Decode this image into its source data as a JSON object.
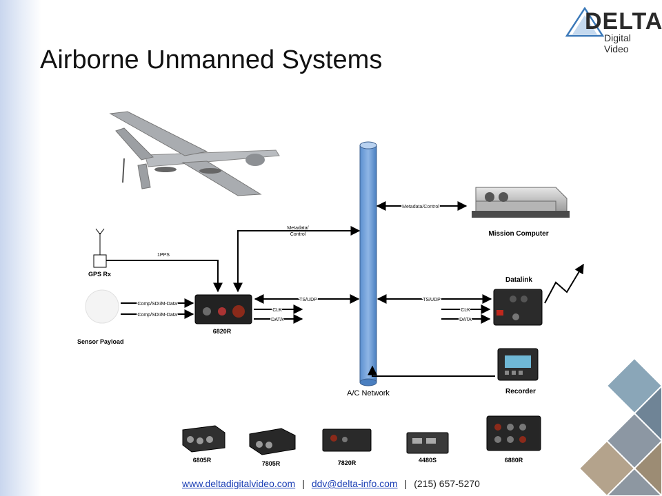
{
  "logo": {
    "word": "DELTA",
    "sub": "Digital Video"
  },
  "title": "Airborne Unmanned Systems",
  "diagram": {
    "network_label": "A/C Network",
    "gps_label": "GPS Rx",
    "pps_label": "1PPS",
    "sensor_label": "Sensor Payload",
    "input_label_1": "Comp/SDI/M-Data",
    "input_label_2": "Comp/SDI/M-Data",
    "encoder_label": "6820R",
    "meta_control_left_1": "Metadata/",
    "meta_control_left_2": "Control",
    "meta_control_right": "Metadata/Control",
    "mission_computer_label": "Mission Computer",
    "ts_udp_left": "TS/UDP",
    "ts_udp_right": "TS/UDP",
    "clk_left": "CLK",
    "data_left": "DATA",
    "clk_right": "CLK",
    "data_right": "DATA",
    "datalink_label": "Datalink",
    "recorder_label": "Recorder"
  },
  "products": [
    {
      "label": "6805R"
    },
    {
      "label": "7805R"
    },
    {
      "label": "7820R"
    },
    {
      "label": "4480S"
    },
    {
      "label": "6880R"
    }
  ],
  "footer": {
    "website": "www.deltadigitalvideo.com",
    "email": "ddv@delta-info.com",
    "phone": "(215) 657-5270",
    "separator": "|"
  }
}
